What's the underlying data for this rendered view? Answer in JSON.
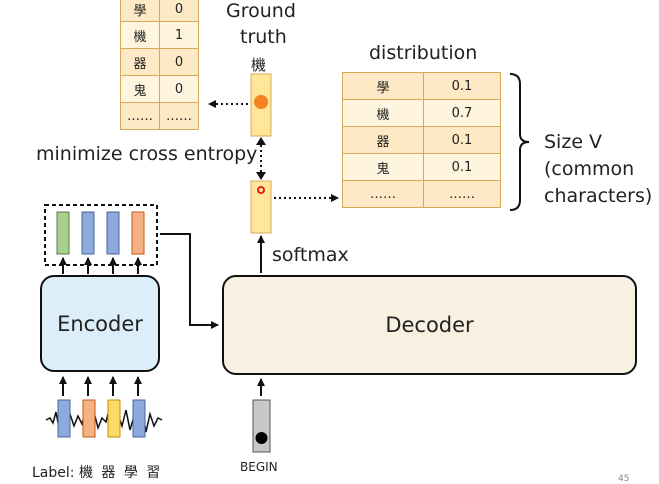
{
  "ground_truth": {
    "title_line1": "Ground",
    "title_line2": "truth",
    "char": "機",
    "table": [
      {
        "char": "學",
        "value": "0"
      },
      {
        "char": "機",
        "value": "1"
      },
      {
        "char": "器",
        "value": "0"
      },
      {
        "char": "鬼",
        "value": "0"
      },
      {
        "char": "……",
        "value": "……"
      }
    ]
  },
  "distribution": {
    "title": "distribution",
    "table": [
      {
        "char": "學",
        "value": "0.1"
      },
      {
        "char": "機",
        "value": "0.7"
      },
      {
        "char": "器",
        "value": "0.1"
      },
      {
        "char": "鬼",
        "value": "0.1"
      },
      {
        "char": "……",
        "value": "……"
      }
    ],
    "size_line1": "Size V",
    "size_line2": "(common",
    "size_line3": "characters)"
  },
  "labels": {
    "minimize": "minimize cross entropy",
    "softmax": "softmax",
    "encoder": "Encoder",
    "decoder": "Decoder",
    "begin": "BEGIN",
    "label_prefix": "Label: ",
    "label_chars": "機 器 學 習",
    "page_number": "45"
  },
  "colors": {
    "encoder_fill": "#dceefa",
    "decoder_fill": "#f8f0e0",
    "vec_green": "#a8d08d",
    "vec_blue": "#8ea9db",
    "vec_orange": "#f4b183",
    "vec_yellow": "#ffd966",
    "output_fill": "#ffe699",
    "dot_orange": "#f58220",
    "dot_red": "#e02020"
  }
}
